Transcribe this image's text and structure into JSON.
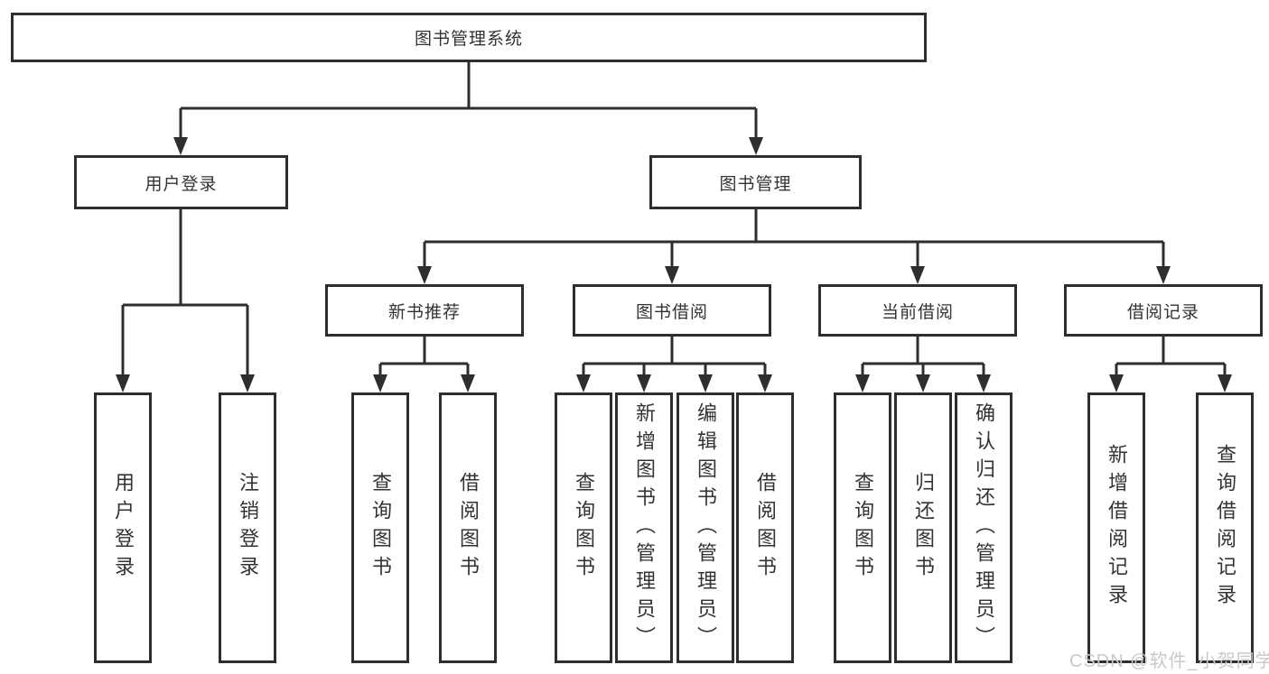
{
  "diagram": {
    "root": {
      "label": "图书管理系统"
    },
    "branches": [
      {
        "label": "用户登录",
        "children": [
          {
            "label": "用户登录"
          },
          {
            "label": "注销登录"
          }
        ]
      },
      {
        "label": "图书管理",
        "children": [
          {
            "label": "新书推荐",
            "children": [
              {
                "label": "查询图书"
              },
              {
                "label": "借阅图书"
              }
            ]
          },
          {
            "label": "图书借阅",
            "children": [
              {
                "label": "查询图书"
              },
              {
                "label": "新增图书（管理员）"
              },
              {
                "label": "编辑图书（管理员）"
              },
              {
                "label": "借阅图书"
              }
            ]
          },
          {
            "label": "当前借阅",
            "children": [
              {
                "label": "查询图书"
              },
              {
                "label": "归还图书"
              },
              {
                "label": "确认归还（管理员）"
              }
            ]
          },
          {
            "label": "借阅记录",
            "children": [
              {
                "label": "新增借阅记录"
              },
              {
                "label": "查询借阅记录"
              }
            ]
          }
        ]
      }
    ]
  },
  "watermark": {
    "text": "CSDN @软件_小贺同学"
  },
  "colors": {
    "background": "#ffffff",
    "line": "#2e2e2e",
    "box_border": "#2e2e2e",
    "text": "#333333",
    "watermark_text": "#c9c9c9"
  }
}
